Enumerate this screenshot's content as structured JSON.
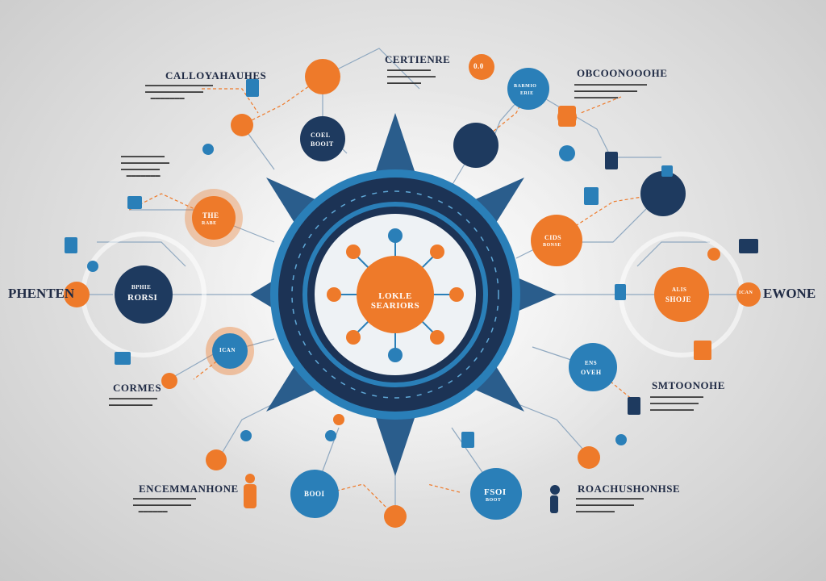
{
  "center": {
    "line1": "LOKLE",
    "line2": "SEARIORS"
  },
  "side_labels": {
    "left": "PHENTEN",
    "right": "EWONE"
  },
  "headings": {
    "top_left": "CALLOYAHAUHES",
    "top_center": "CERTIENRE",
    "top_right": "OBCOONOOOHE",
    "mid_left": "CORMES",
    "mid_right": "SMTOONOHE",
    "bottom_left": "ENCEMMANHONE",
    "bottom_right": "ROACHUSHONHSE"
  },
  "node_labels": {
    "n_top": "0.0",
    "n_gear_left_1": "THE",
    "n_gear_left_2": "RABE",
    "n_rcm_1": "COEL",
    "n_rcm_2": "BOOIT",
    "n_left_big_1": "BPHIE",
    "n_left_big_2": "RORSI",
    "n_left_small": "ICAN",
    "n_right_mid_1": "CIDS",
    "n_right_mid_2": "BONSE",
    "n_right_big_1": "ALIS",
    "n_right_big_2": "SHOJE",
    "n_right_small": "ICAN",
    "n_bottom_center_1": "FSOI",
    "n_bottom_center_2": "BOOT",
    "n_bottom_left": "BOOI",
    "n_right_lower_1": "ENS",
    "n_right_lower_2": "OVEH",
    "n_top_right_1": "BARMIO",
    "n_top_right_2": "ERIE"
  },
  "colors": {
    "navy": "#1e3a5f",
    "blue": "#2a7fb8",
    "orange": "#ee7a2a",
    "line": "#8fa8c0"
  }
}
